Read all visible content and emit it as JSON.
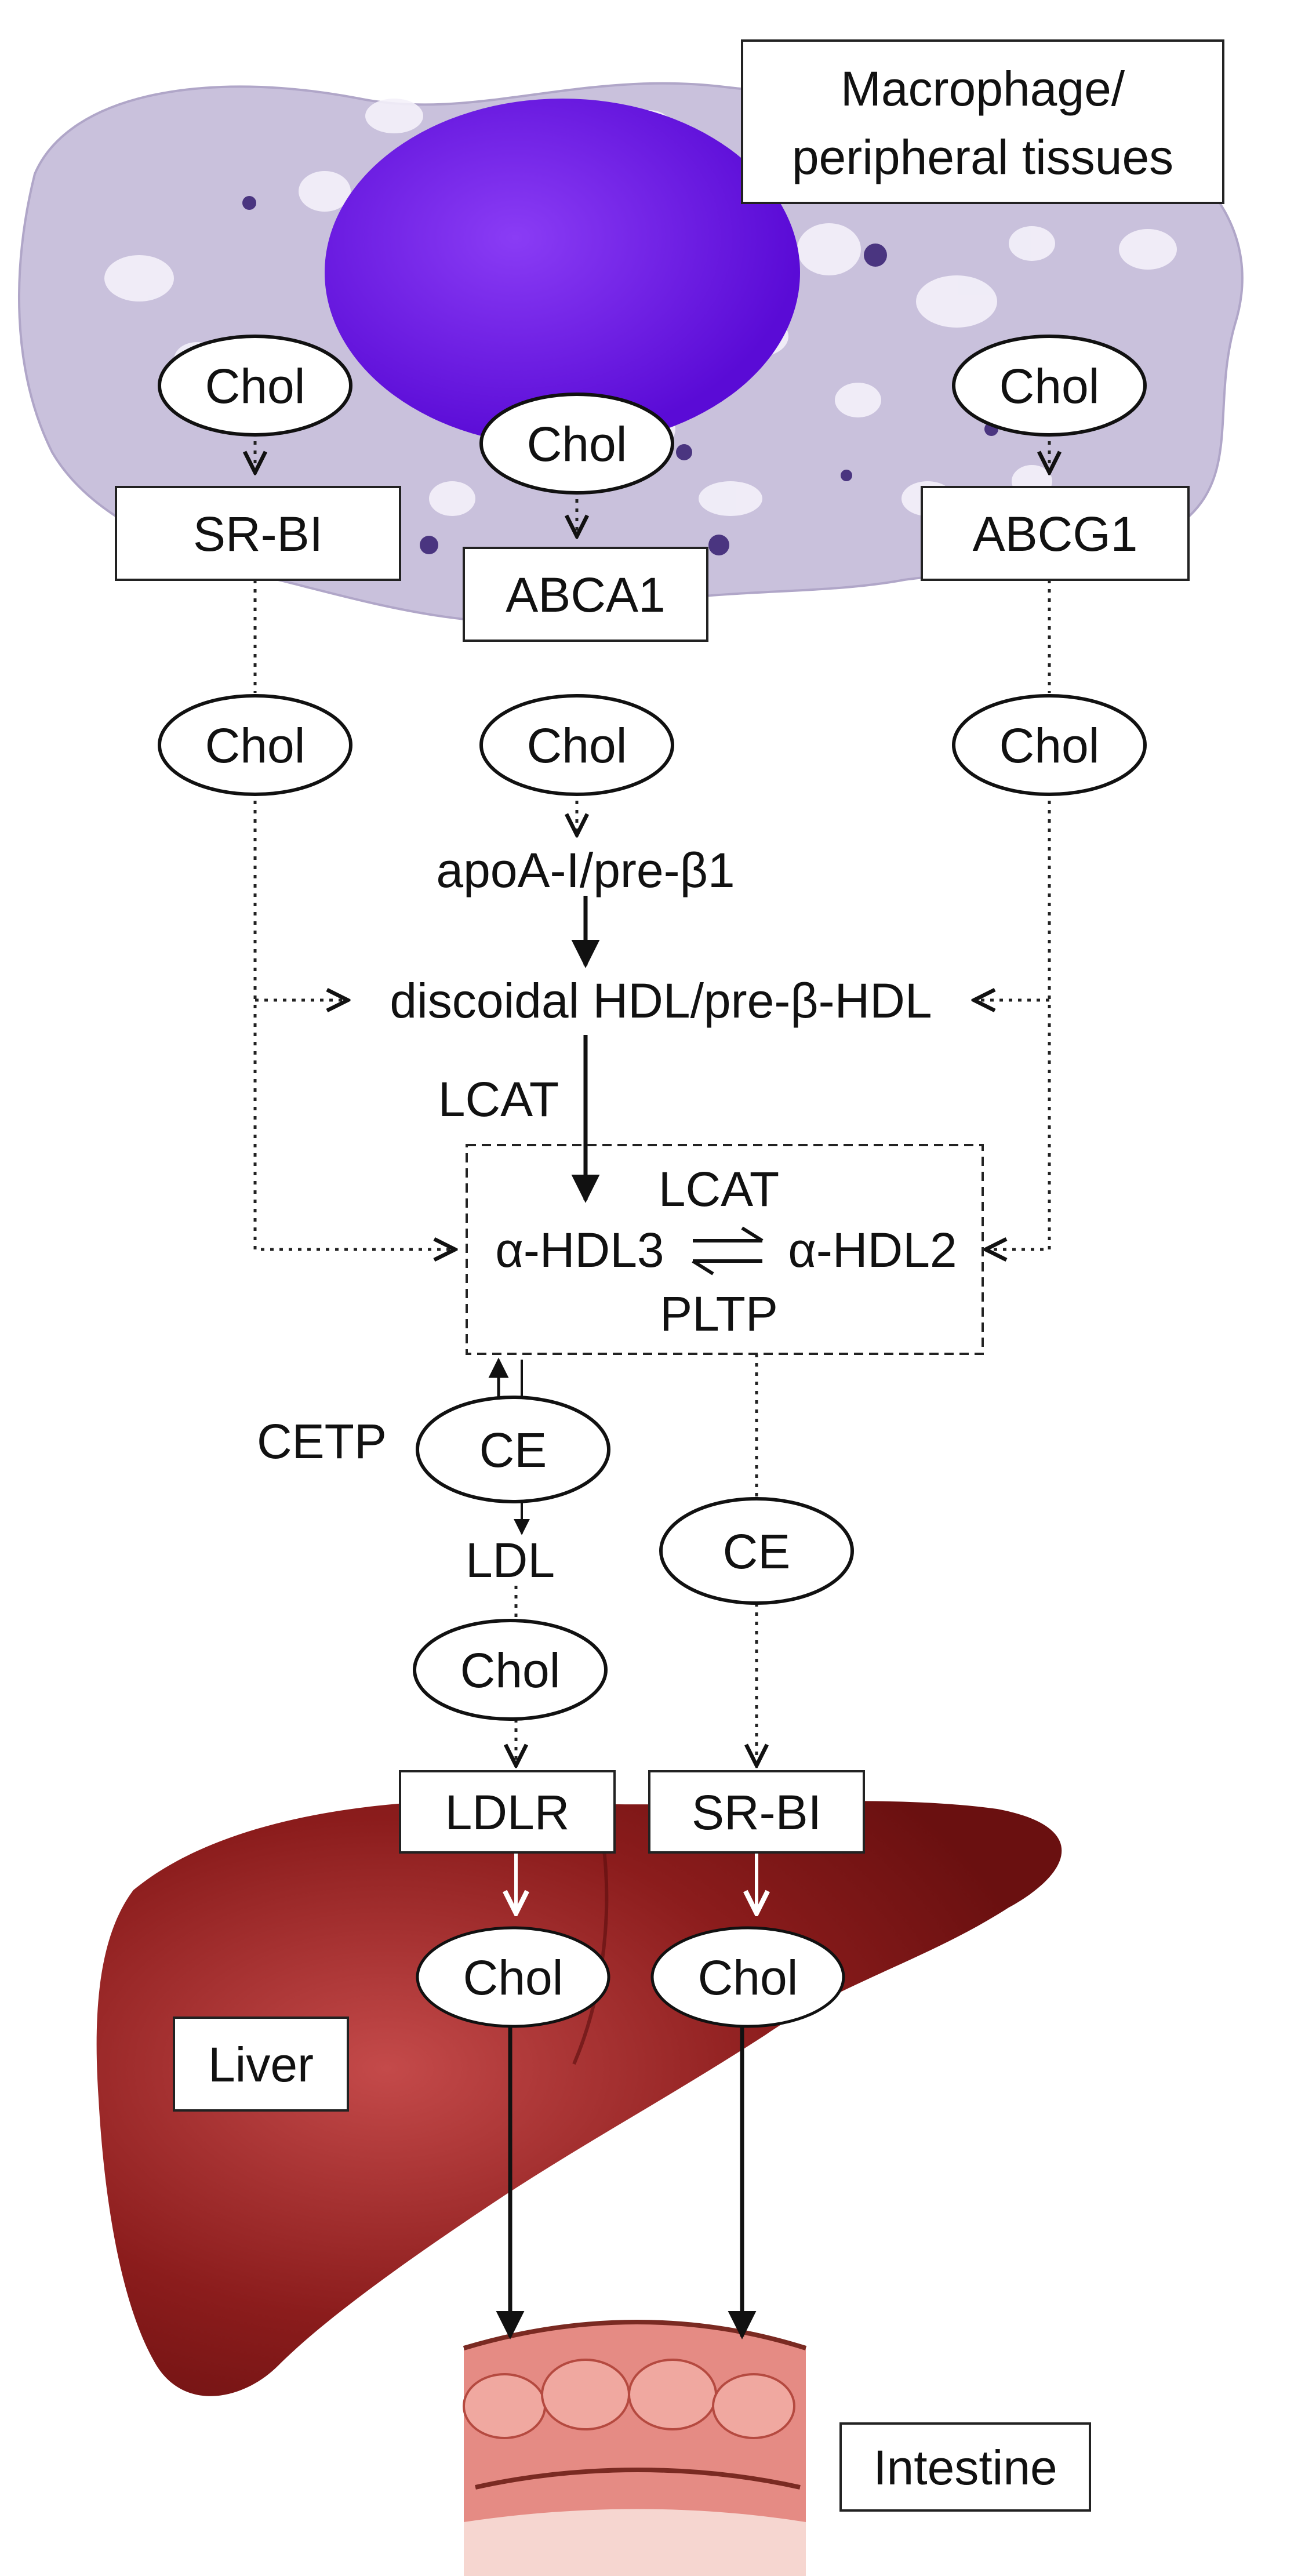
{
  "labels": {
    "macrophage_line1": "Macrophage/",
    "macrophage_line2": "peripheral tissues",
    "liver": "Liver",
    "intestine": "Intestine",
    "chol": "Chol",
    "ce": "CE",
    "sr_bi": "SR-BI",
    "abca1": "ABCA1",
    "abcg1": "ABCG1",
    "apoa": "apoA-I/pre-β1",
    "discoidal": "discoidal HDL/pre-β-HDL",
    "lcat": "LCAT",
    "alpha_hdl3": "α-HDL3",
    "alpha_hdl2": "α-HDL2",
    "pltp": "PLTP",
    "cetp": "CETP",
    "ldl": "LDL",
    "ldlr": "LDLR"
  },
  "colors": {
    "cell_cytoplasm": "#c9c1dc",
    "nucleus": "#6a14e6",
    "liver": "#8b1c1c",
    "intestine": "#e58b84"
  }
}
